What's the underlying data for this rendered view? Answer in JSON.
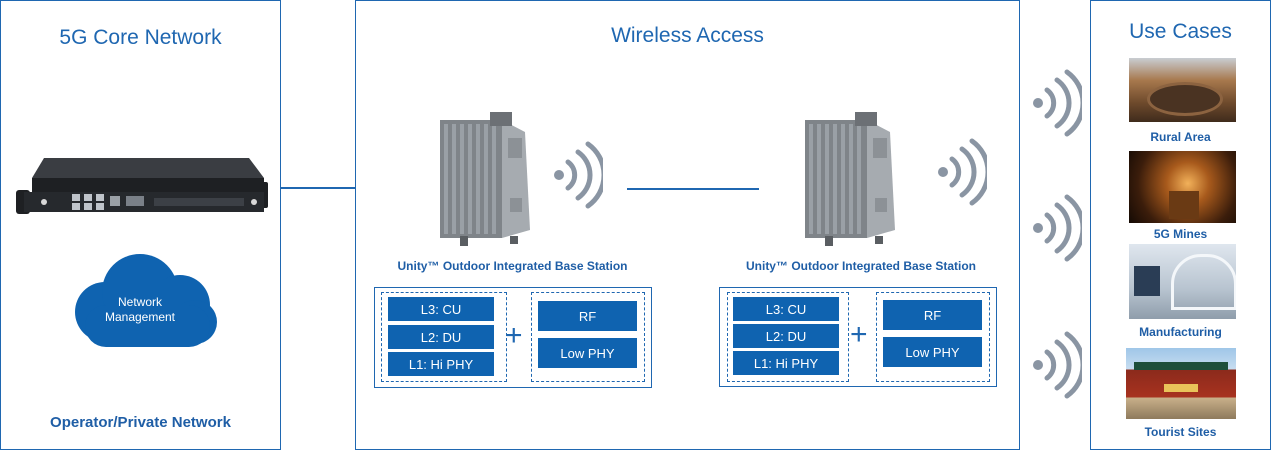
{
  "core": {
    "title": "5G Core Network",
    "cloud_label": "Network\nManagement",
    "footer": "Operator/Private Network"
  },
  "wireless": {
    "title": "Wireless Access",
    "stations": [
      {
        "label": "Unity™ Outdoor Integrated Base Station",
        "left_layers": [
          "L3: CU",
          "L2: DU",
          "L1: Hi PHY"
        ],
        "plus": "+",
        "right_layers": [
          "RF",
          "Low PHY"
        ]
      },
      {
        "label": "Unity™ Outdoor Integrated Base Station",
        "left_layers": [
          "L3: CU",
          "L2: DU",
          "L1: Hi PHY"
        ],
        "plus": "+",
        "right_layers": [
          "RF",
          "Low PHY"
        ]
      }
    ]
  },
  "use_cases": {
    "title": "Use Cases",
    "items": [
      {
        "label": "Rural Area"
      },
      {
        "label": "5G Mines"
      },
      {
        "label": "Manufacturing"
      },
      {
        "label": "Tourist Sites"
      }
    ]
  },
  "colors": {
    "accent": "#1f67b1",
    "block": "#0f63b0",
    "signal": "#8a95a3"
  },
  "icons": [
    "server-icon",
    "cloud-icon",
    "base-station-icon",
    "signal-icon"
  ]
}
